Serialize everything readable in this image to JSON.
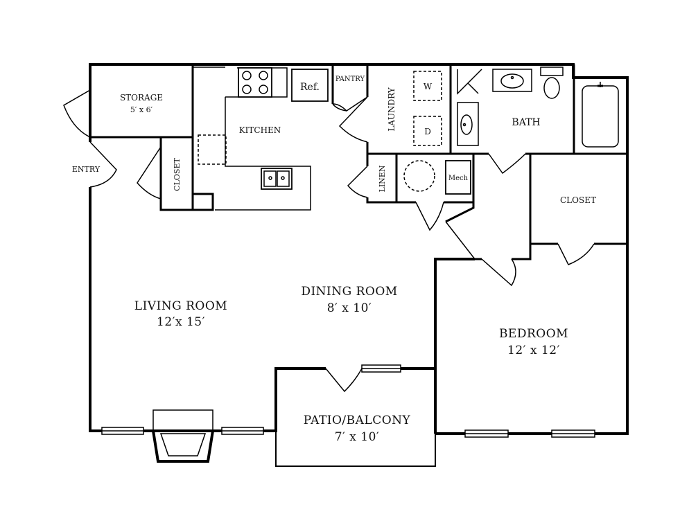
{
  "rooms": {
    "storage": {
      "name": "STORAGE",
      "size": "5′ x 6′"
    },
    "kitchen": {
      "name": "KITCHEN"
    },
    "refrigerator": {
      "name": "Ref."
    },
    "pantry": {
      "name": "PANTRY"
    },
    "laundry": {
      "name": "LAUNDRY",
      "washer": "W",
      "dryer": "D"
    },
    "bath": {
      "name": "BATH"
    },
    "entry": {
      "name": "ENTRY"
    },
    "entry_closet": {
      "name": "CLOSET"
    },
    "linen": {
      "name": "LINEN"
    },
    "mech": {
      "name": "Mech"
    },
    "bedroom_closet": {
      "name": "CLOSET"
    },
    "living_room": {
      "name": "LIVING ROOM",
      "size": "12′x 15′"
    },
    "dining_room": {
      "name": "DINING ROOM",
      "size": "8′ x 10′"
    },
    "bedroom": {
      "name": "BEDROOM",
      "size": "12′ x 12′"
    },
    "patio": {
      "name": "PATIO/BALCONY",
      "size": "7′ x 10′"
    }
  },
  "colors": {
    "wall": "#000000",
    "background": "#ffffff",
    "text": "#111111"
  }
}
